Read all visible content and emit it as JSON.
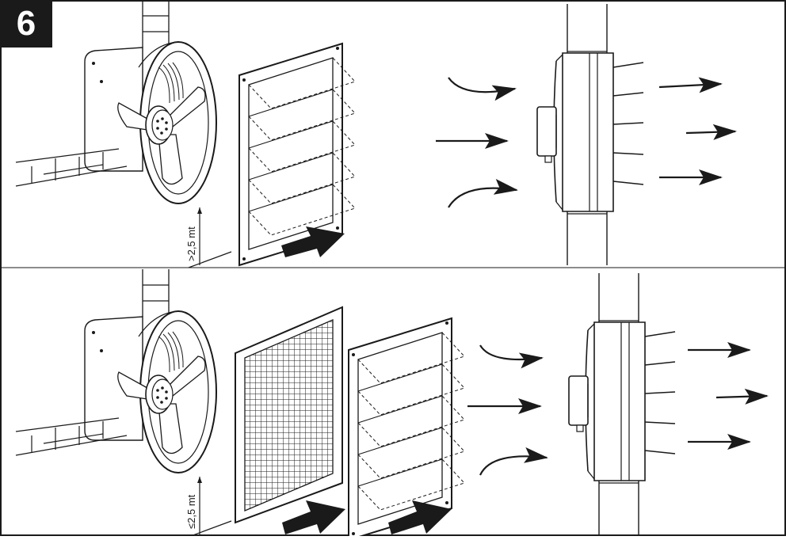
{
  "figure": {
    "number": "6",
    "height_label_top": ">2,5 mt",
    "height_label_bottom": "≤2,5 mt"
  },
  "colors": {
    "ink": "#1a1a1a",
    "paper": "#ffffff"
  },
  "icons": [
    "arrow-right-icon",
    "curved-arrow-icon",
    "filled-arrow-icon"
  ]
}
